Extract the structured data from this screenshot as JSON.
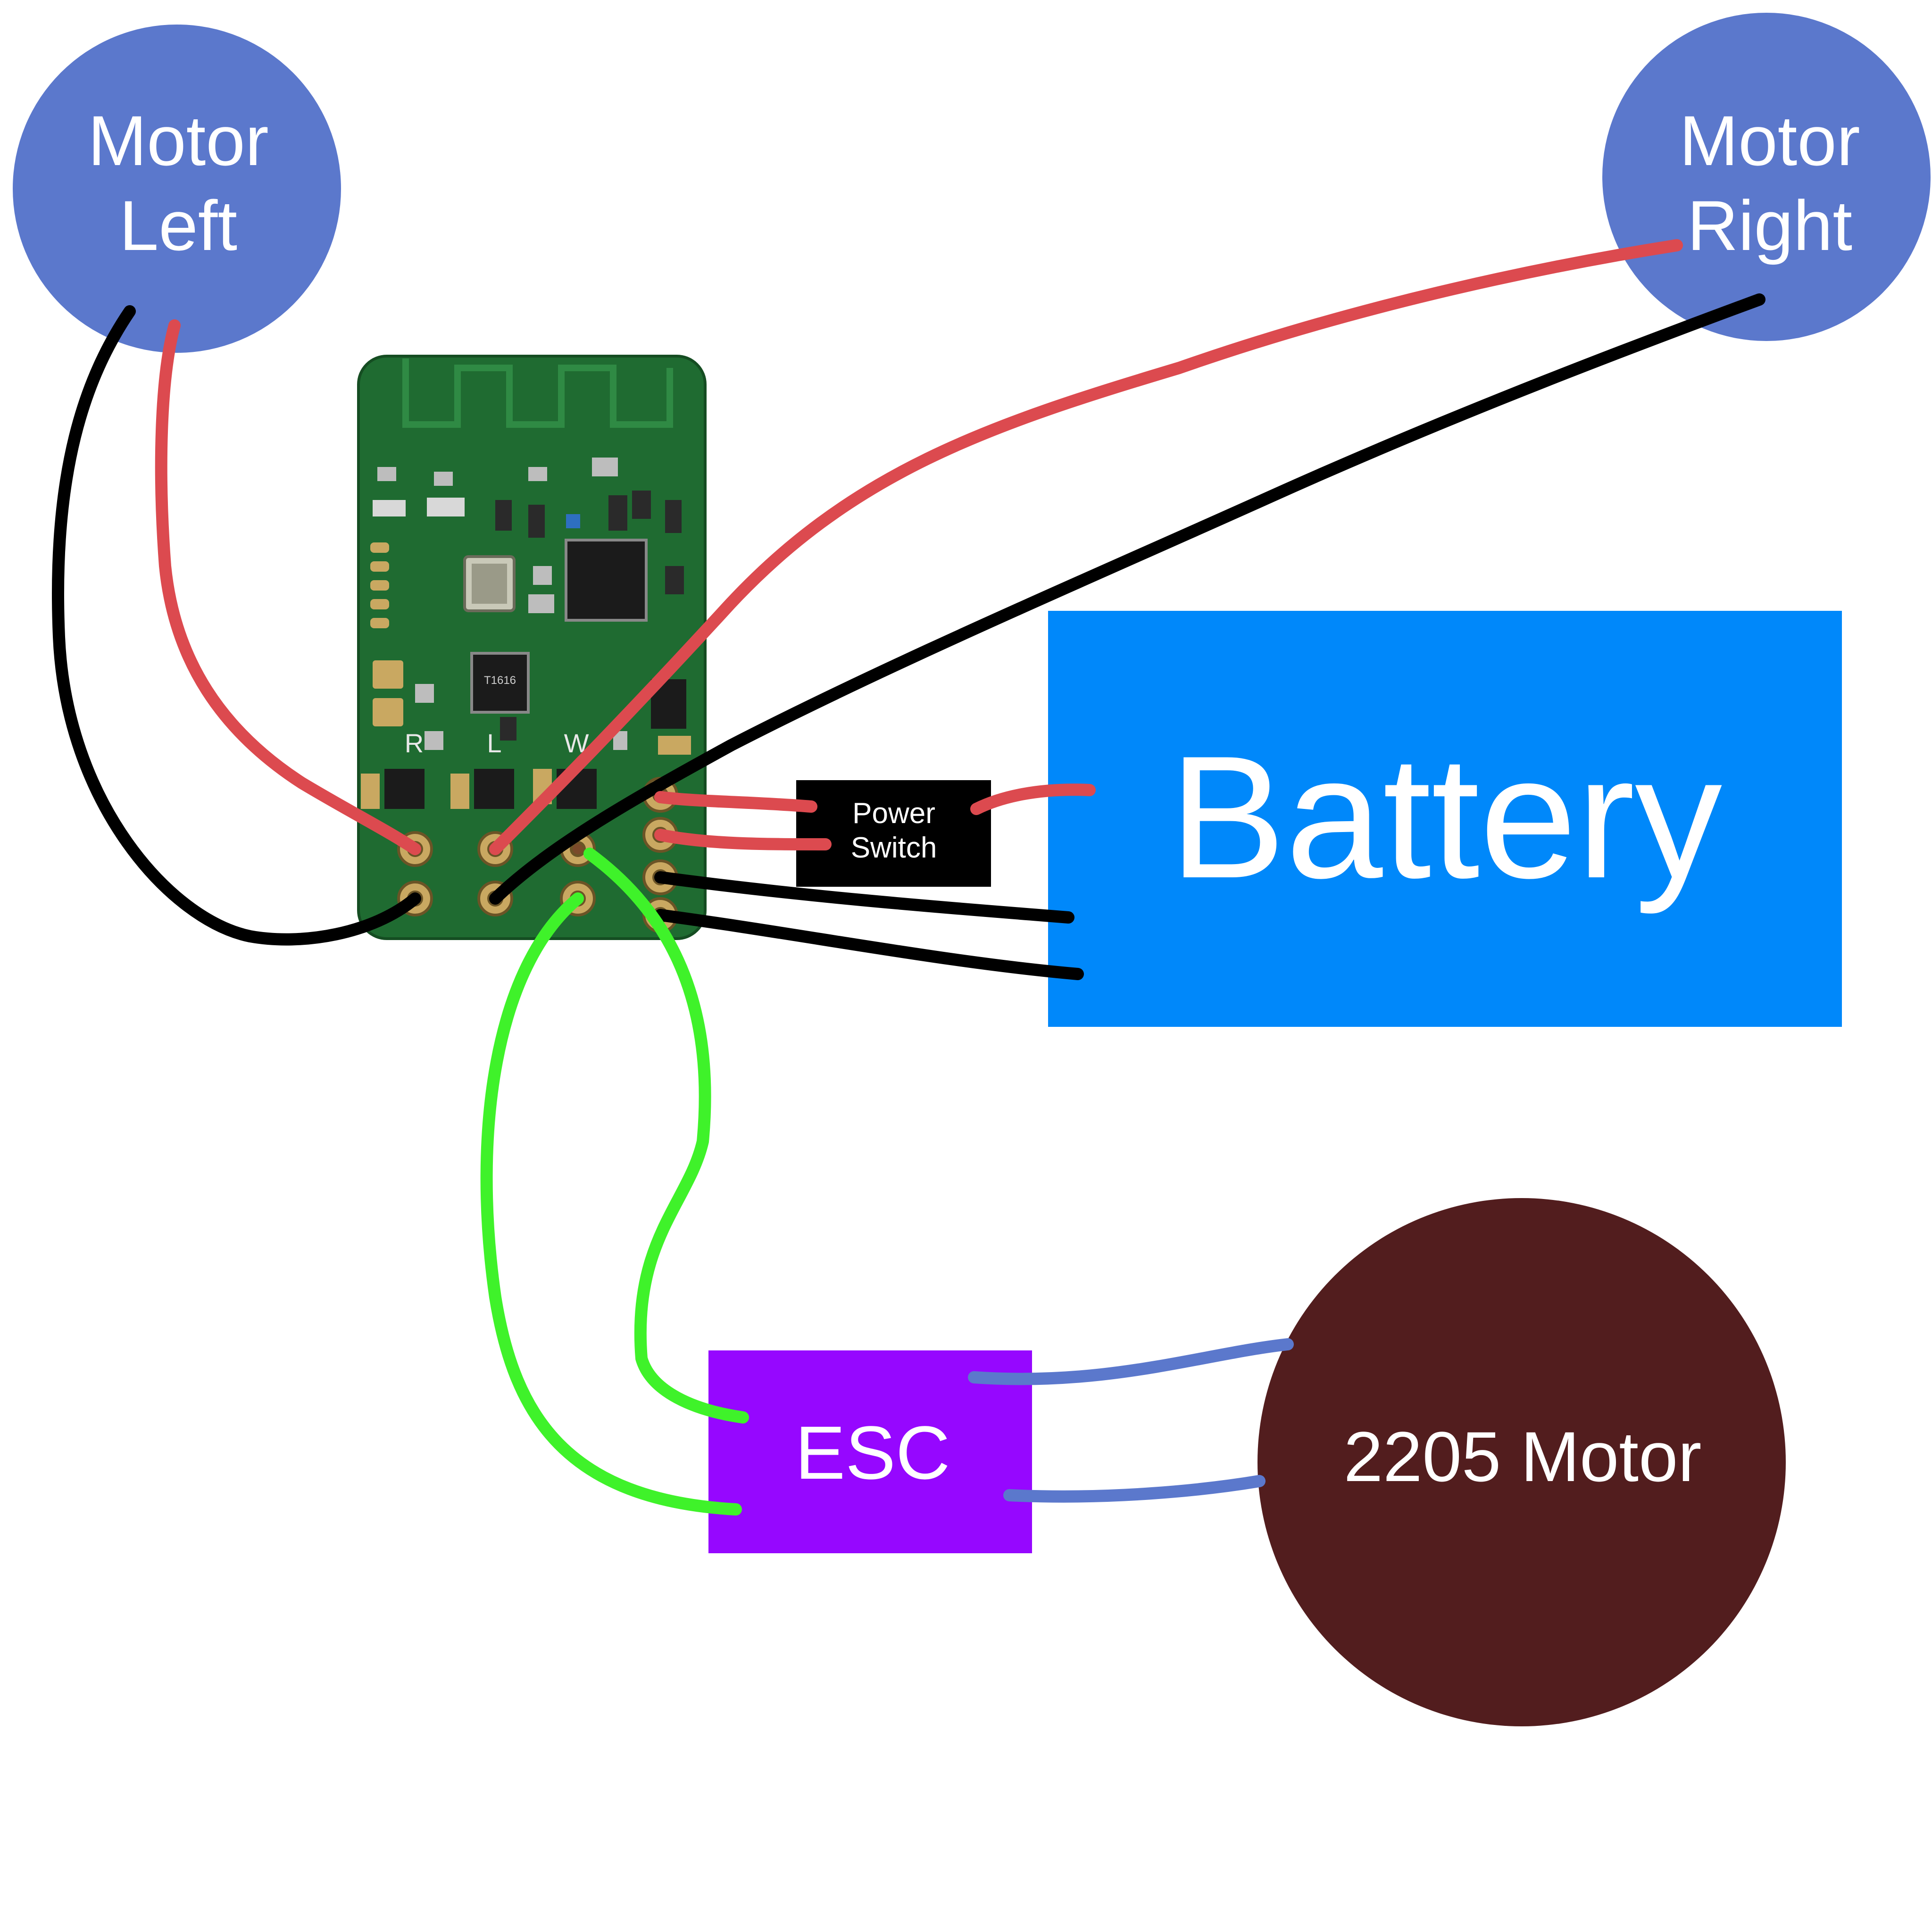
{
  "components": {
    "motor_left": {
      "line1": "Motor",
      "line2": "Left"
    },
    "motor_right": {
      "line1": "Motor",
      "line2": "Right"
    },
    "battery": {
      "label": "Battery"
    },
    "power_switch": {
      "line1": "Power",
      "line2": "Switch"
    },
    "esc": {
      "label": "ESC"
    },
    "motor_2205": {
      "label": "2205 Motor"
    }
  },
  "board": {
    "pad_labels": [
      "R",
      "L",
      "W"
    ],
    "chip_marking": "T1616"
  },
  "colors": {
    "motor_circle": "#5b78cc",
    "battery": "#0088fa",
    "power_switch": "#000000",
    "esc": "#9607ff",
    "motor_2205": "#521d1e",
    "wire_red": "#dc4a4f",
    "wire_black": "#000000",
    "wire_green": "#3ff22a",
    "wire_blue": "#5b78cc",
    "pcb": "#1f6b31"
  }
}
